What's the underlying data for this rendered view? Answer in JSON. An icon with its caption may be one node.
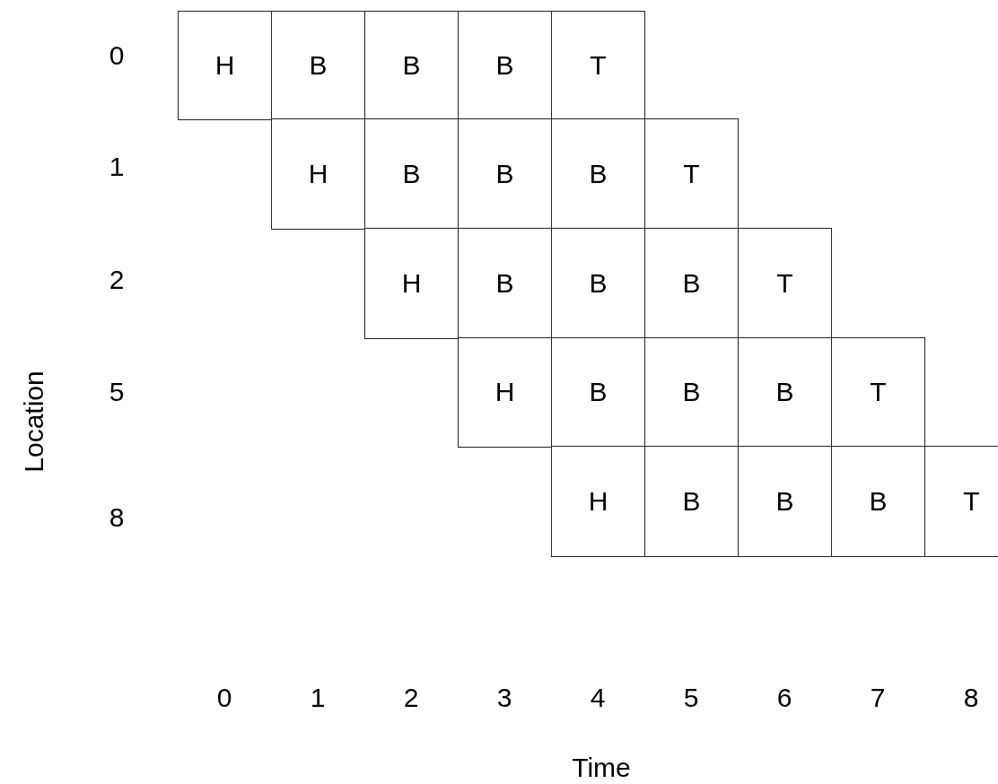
{
  "diagram": {
    "nodes": [
      {
        "text": [
          "H"
        ]
      },
      {
        "text": [
          "B"
        ]
      },
      {
        "text": [
          "B"
        ]
      },
      {
        "text": [
          "B"
        ]
      },
      {
        "text": [
          "T"
        ]
      },
      {
        "text": [
          "H"
        ]
      },
      {
        "text": [
          "B"
        ]
      },
      {
        "text": [
          "B"
        ]
      },
      {
        "text": [
          "B"
        ]
      },
      {
        "text": [
          "T"
        ]
      },
      {
        "text": [
          "H"
        ]
      },
      {
        "text": [
          "B"
        ]
      },
      {
        "text": [
          "B"
        ]
      },
      {
        "text": [
          "B"
        ]
      },
      {
        "text": [
          "T"
        ]
      },
      {
        "text": [
          "H"
        ]
      },
      {
        "text": [
          "B"
        ]
      },
      {
        "text": [
          "B"
        ]
      },
      {
        "text": [
          "B"
        ]
      },
      {
        "text": [
          "T"
        ]
      },
      {
        "text": [
          "H"
        ]
      },
      {
        "text": [
          "B"
        ]
      },
      {
        "text": [
          "B"
        ]
      },
      {
        "text": [
          "B"
        ]
      },
      {
        "text": [
          "T"
        ]
      }
    ],
    "labels": [
      "0",
      "1",
      "2",
      "5",
      "Location",
      "8",
      "0",
      "1",
      "2",
      "3",
      "4",
      "5",
      "6",
      "7",
      "8",
      "Time"
    ]
  }
}
